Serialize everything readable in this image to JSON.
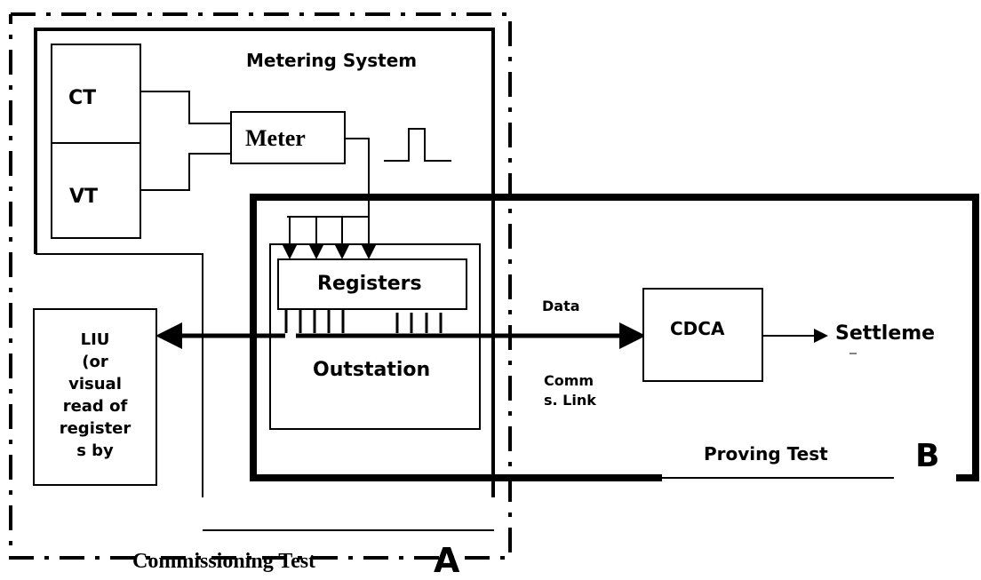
{
  "labels": {
    "metering_system": "Metering System",
    "ct": "CT",
    "vt": "VT",
    "meter": "Meter",
    "registers": "Registers",
    "outstation": "Outstation",
    "liu": [
      "LIU",
      "(or",
      "visual",
      "read of",
      "register",
      "s by"
    ],
    "data": "Data",
    "comms_link": [
      "Comm",
      "s. Link"
    ],
    "cdca": "CDCA",
    "settlement": "Settleme",
    "proving_test": "Proving Test",
    "commissioning_test": "Commissioning Test",
    "zone_a": "A",
    "zone_b": "B"
  },
  "colors": {
    "line": "#000000",
    "background": "#ffffff"
  }
}
